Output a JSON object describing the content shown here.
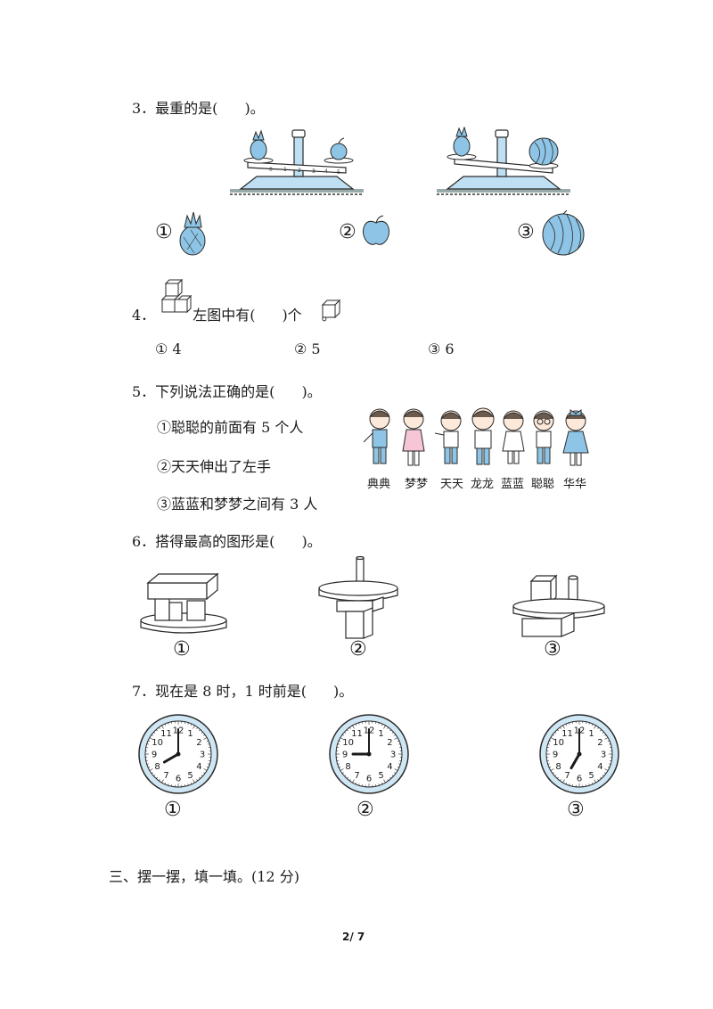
{
  "q3": {
    "text_before": "3．最重的是(",
    "text_after": ")。",
    "options": [
      {
        "mark": "①",
        "icon": "pineapple-icon"
      },
      {
        "mark": "②",
        "icon": "apple-icon"
      },
      {
        "mark": "③",
        "icon": "watermelon-icon"
      }
    ],
    "scale_ticks": [
      "0",
      "1",
      "2",
      "3",
      "4",
      "5"
    ]
  },
  "q4": {
    "number": "4．",
    "text_mid": "左图中有(",
    "text_after": ")个",
    "text_end": "。",
    "options": [
      "①  4",
      "②  5",
      "③  6"
    ]
  },
  "q5": {
    "text_before": "5．下列说法正确的是(",
    "text_after": ")。",
    "statements": [
      "①聪聪的前面有 5 个人",
      "②天天伸出了左手",
      "③蓝蓝和梦梦之间有 3 人"
    ],
    "names": [
      "典典",
      "梦梦",
      "天天",
      "龙龙",
      "蓝蓝",
      "聪聪",
      "华华"
    ]
  },
  "q6": {
    "text_before": "6．搭得最高的图形是(",
    "text_after": ")。",
    "marks": [
      "①",
      "②",
      "③"
    ]
  },
  "q7": {
    "text_before": "7．现在是 8 时，1 时前是(",
    "text_after": ")。",
    "marks": [
      "①",
      "②",
      "③"
    ],
    "clock_numbers": [
      "12",
      "1",
      "2",
      "3",
      "4",
      "5",
      "6",
      "7",
      "8",
      "9",
      "10",
      "11"
    ],
    "clocks": [
      {
        "hour": 8,
        "minute": 0
      },
      {
        "hour": 9,
        "minute": 0
      },
      {
        "hour": 7,
        "minute": 0
      }
    ]
  },
  "section3": {
    "title": "三、摆一摆，填一填。(12 分)"
  },
  "footer": {
    "page": "2/ 7"
  },
  "colors": {
    "accent": "#8ec5e6",
    "outline": "#2a2a2a"
  }
}
